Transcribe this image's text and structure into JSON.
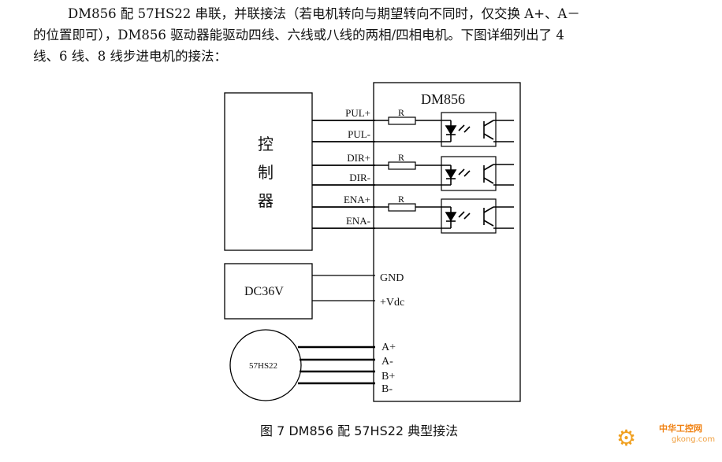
{
  "intro": {
    "line1": "DM856 配 57HS22 串联，并联接法（若电机转向与期望转向不同时，仅交换 A+、A－",
    "line2": "的位置即可），DM856 驱动器能驱动四线、六线或八线的两相/四相电机。下图详细列出了 4",
    "line3": "线、6 线、8 线步进电机的接法："
  },
  "diagram": {
    "controller_chars": [
      "控",
      "制",
      "器"
    ],
    "driver_title": "DM856",
    "signal_labels": [
      "PUL+",
      "PUL-",
      "DIR+",
      "DIR-",
      "ENA+",
      "ENA-"
    ],
    "resistor_label": "R",
    "power_label": "DC36V",
    "power_terminals": [
      "GND",
      "+Vdc"
    ],
    "motor_label": "57HS22",
    "motor_terminals": [
      "A+",
      "A-",
      "B+",
      "B-"
    ]
  },
  "caption": "图 7   DM856 配 57HS22 典型接法",
  "watermark": {
    "text": "中华工控网",
    "url": "gkong.com",
    "color": "#f08010"
  }
}
